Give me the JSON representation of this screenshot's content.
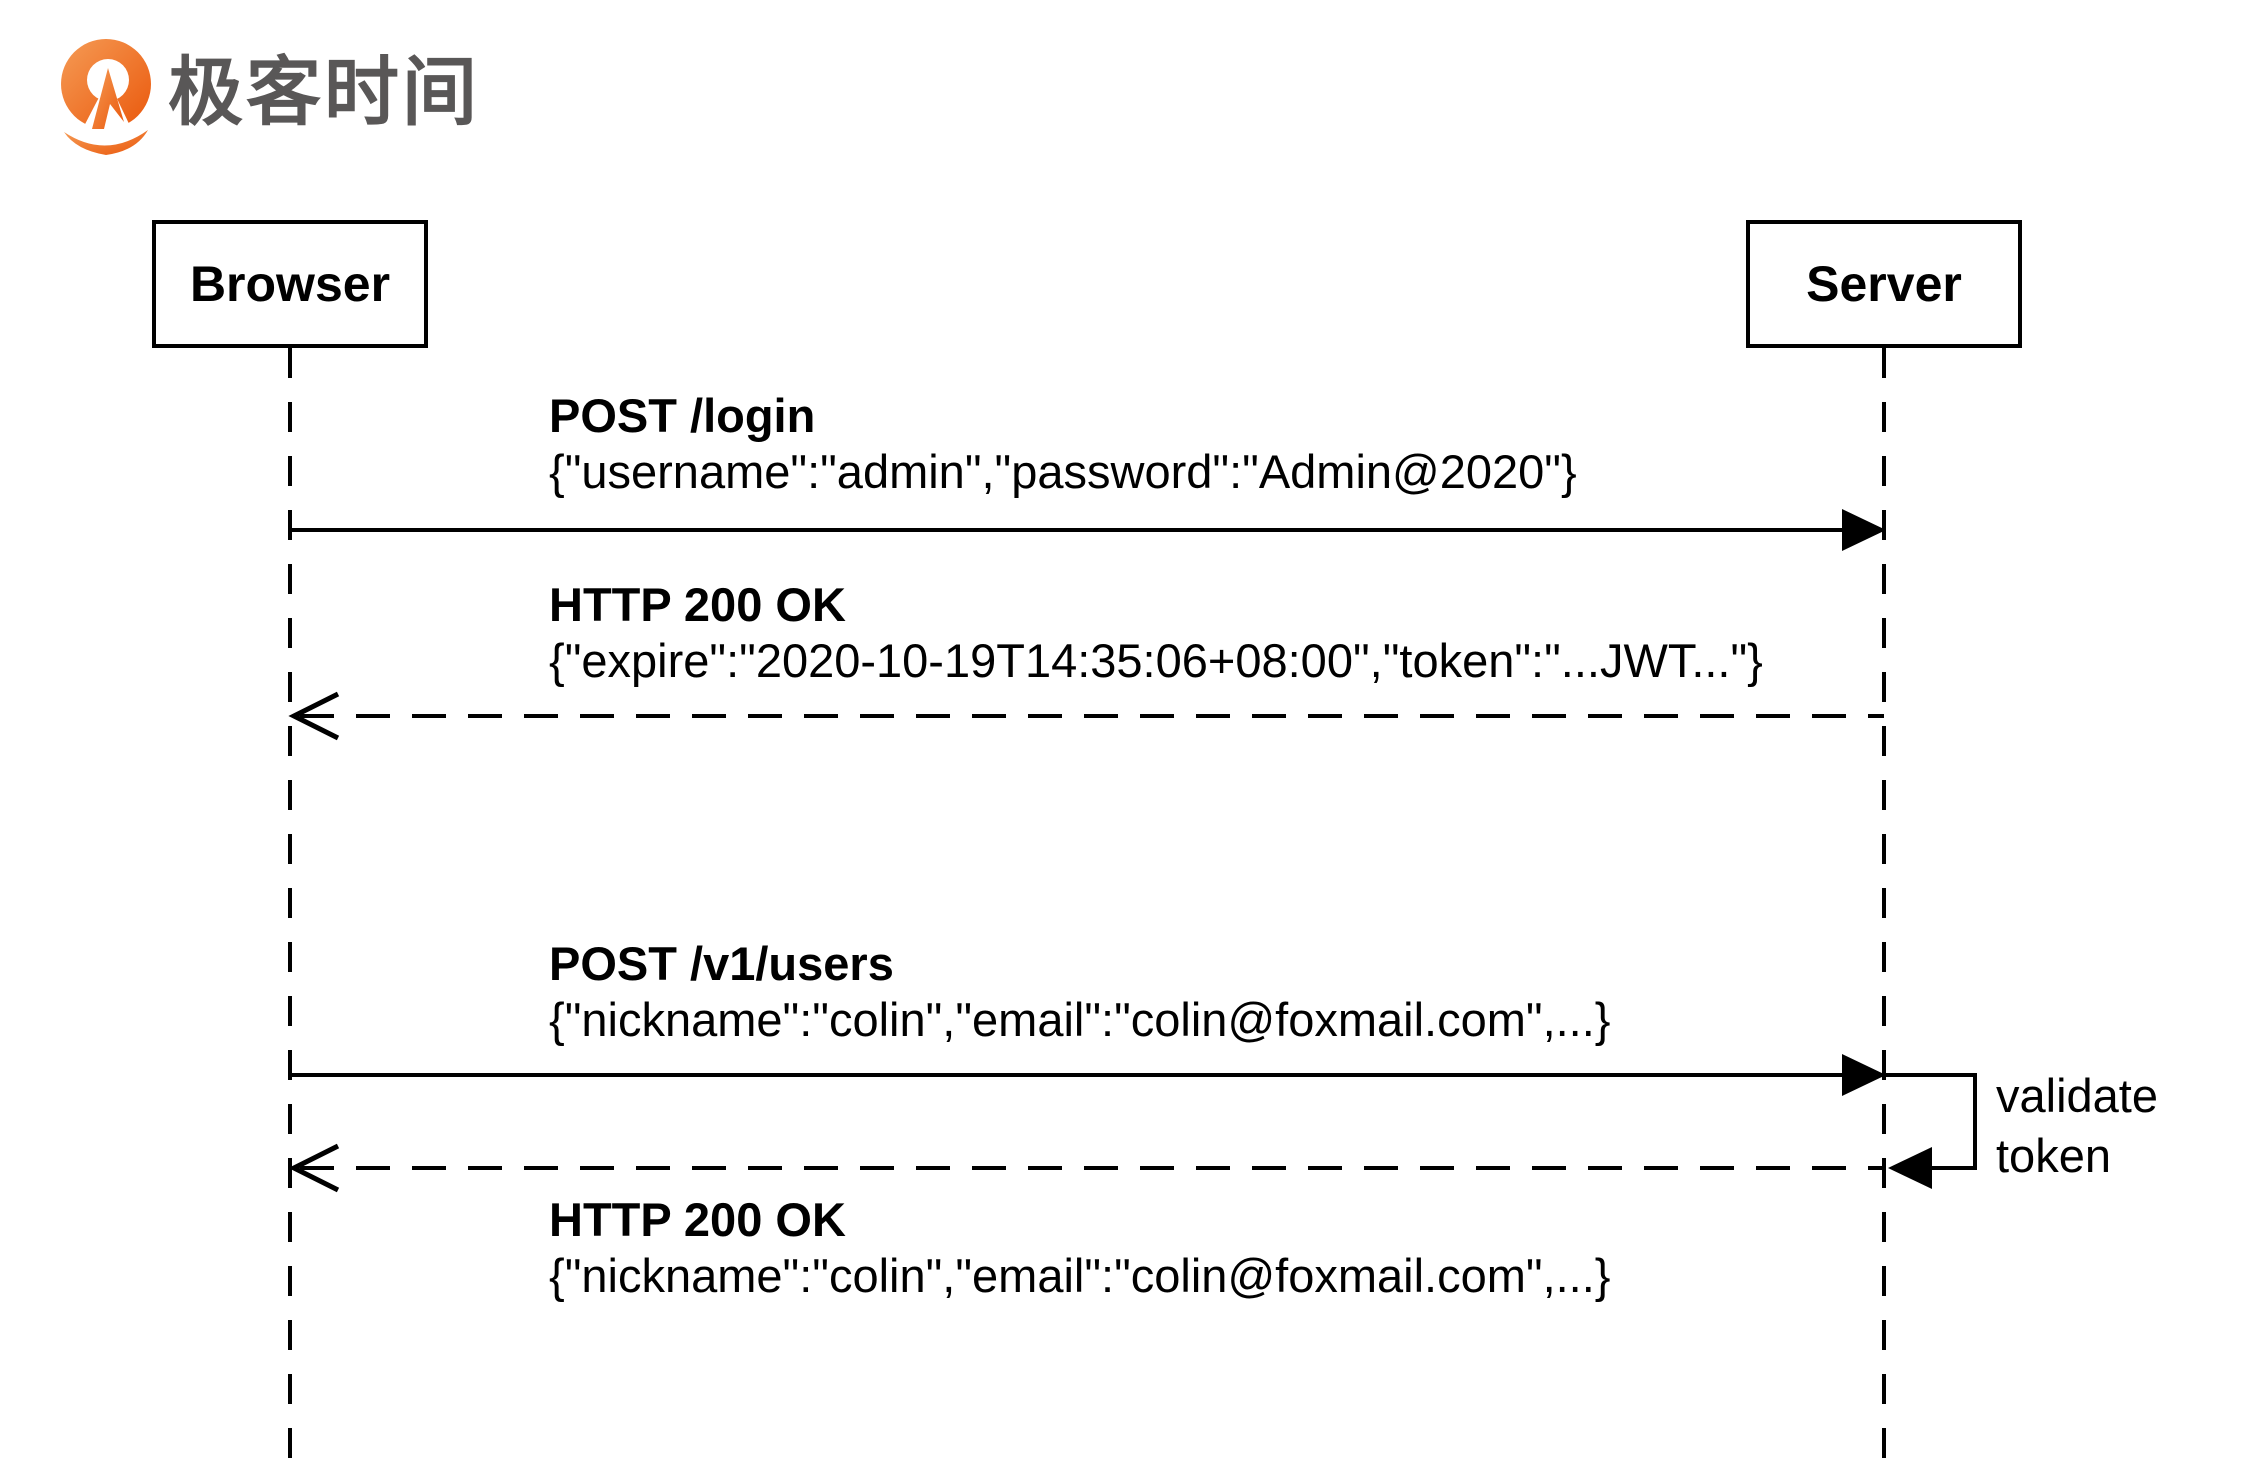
{
  "brand": {
    "name": "极客时间",
    "logo_icon": "geektime-pin-icon",
    "colors": {
      "orange_light": "#F59B55",
      "orange_dark": "#EA580C",
      "text_gray": "#595757"
    }
  },
  "diagram": {
    "line_color": "#000000",
    "actors": [
      {
        "id": "browser",
        "label": "Browser"
      },
      {
        "id": "server",
        "label": "Server"
      }
    ],
    "messages": [
      {
        "title": "POST /login",
        "body": "{\"username\":\"admin\",\"password\":\"Admin@2020\"}",
        "from": "browser",
        "to": "server",
        "line": "solid"
      },
      {
        "title": "HTTP 200 OK",
        "body": "{\"expire\":\"2020-10-19T14:35:06+08:00\",\"token\":\"...JWT...\"}",
        "from": "server",
        "to": "browser",
        "line": "dashed"
      },
      {
        "title": "POST /v1/users",
        "body": "{\"nickname\":\"colin\",\"email\":\"colin@foxmail.com\",...}",
        "from": "browser",
        "to": "server",
        "line": "solid"
      },
      {
        "title": "HTTP 200 OK",
        "body": "{\"nickname\":\"colin\",\"email\":\"colin@foxmail.com\",...}",
        "from": "server",
        "to": "browser",
        "line": "dashed"
      }
    ],
    "self_message": {
      "actor": "server",
      "label": "validate token"
    }
  }
}
